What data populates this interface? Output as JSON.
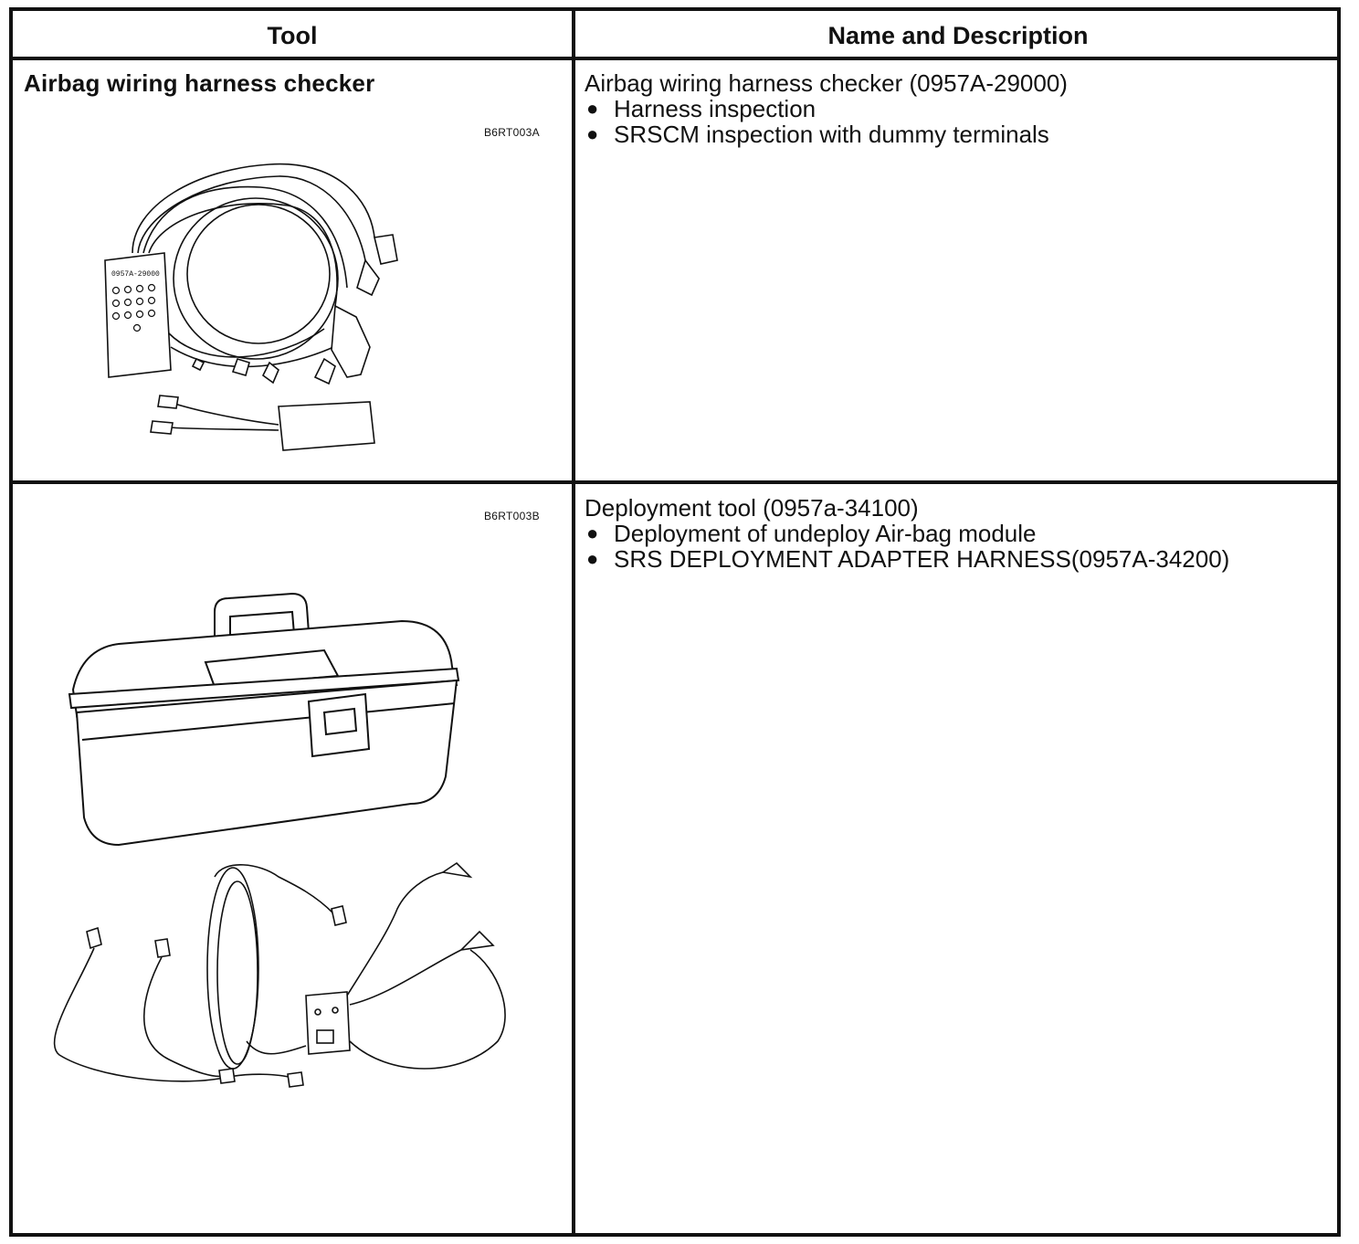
{
  "table": {
    "headers": {
      "tool": "Tool",
      "name_desc": "Name and Description"
    },
    "rows": [
      {
        "tool_label": "Airbag wiring harness checker",
        "figure_code": "B6RT003A",
        "device_label": "0957A-29000",
        "description_title": "Airbag wiring harness checker (0957A-29000)",
        "bullets": [
          "Harness inspection",
          "SRSCM inspection with dummy terminals"
        ]
      },
      {
        "tool_label": "",
        "figure_code": "B6RT003B",
        "description_title": "Deployment tool (0957a-34100)",
        "bullets": [
          "Deployment of undeploy Air-bag module",
          "SRS DEPLOYMENT ADAPTER HARNESS(0957A-34200)"
        ]
      }
    ]
  }
}
